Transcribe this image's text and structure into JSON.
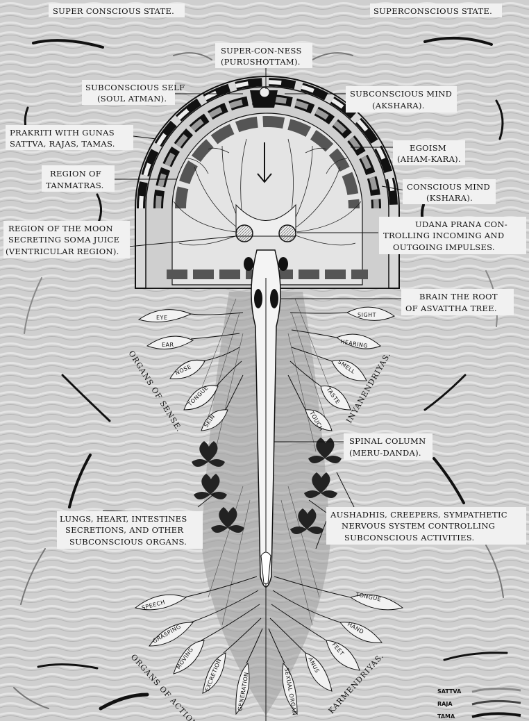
{
  "top": {
    "left_state": "SUPER CONSCIOUS STATE.",
    "right_state": "SUPERCONSCIOUS STATE.",
    "center_1": "SUPER-CON-NESS",
    "center_2": "(PURUSHOTTAM)."
  },
  "left_labels": {
    "subconscious_self_1": "SUBCONSCIOUS SELF",
    "subconscious_self_2": "(SOUL ATMAN).",
    "prakriti_1": "PRAKRITI WITH GUNAS",
    "prakriti_2": "SATTVA, RAJAS, TAMAS.",
    "tanmatras_1": "REGION OF",
    "tanmatras_2": "TANMATRAS.",
    "moon_1": "REGION OF THE MOON",
    "moon_2": "SECRETING SOMA JUICE",
    "moon_3": "(VENTRICULAR REGION)."
  },
  "right_labels": {
    "subconscious_mind_1": "SUBCONSCIOUS MIND",
    "subconscious_mind_2": "(AKSHARA).",
    "egoism_1": "EGOISM",
    "egoism_2": "(AHAM-KARA).",
    "conscious_mind_1": "CONSCIOUS MIND",
    "conscious_mind_2": "(KSHARA).",
    "udana_1": "UDANA PRANA CON-",
    "udana_2": "TROLLING INCOMING AND",
    "udana_3": "OUTGOING IMPULSES.",
    "brain_1": "BRAIN THE ROOT",
    "brain_2": "OF ASVATTHA TREE."
  },
  "sense_leaves": {
    "left": [
      "EYE",
      "EAR",
      "NOSE",
      "TONGUE",
      "SKIN"
    ],
    "right": [
      "SIGHT",
      "HEARING",
      "SMELL",
      "TASTE",
      "TOUCH"
    ]
  },
  "side_titles": {
    "organs_of_sense": "ORGANS OF SENSE.",
    "inyanendriyas": "INYANENDRIYAS.",
    "organs_of_action": "ORGANS OF ACTION.",
    "karmendriyas": "KARMENDRIYAS."
  },
  "middle_labels": {
    "spinal_1": "SPINAL COLUMN",
    "spinal_2": "(MERU-DANDA).",
    "lungs_1": "LUNGS, HEART, INTESTINES",
    "lungs_2": "SECRETIONS, AND OTHER",
    "lungs_3": "SUBCONSCIOUS ORGANS.",
    "aushadhis_1": "AUSHADHIS, CREEPERS, SYMPATHETIC",
    "aushadhis_2": "NERVOUS SYSTEM CONTROLLING",
    "aushadhis_3": "SUBCONSCIOUS ACTIVITIES."
  },
  "action_leaves": {
    "left": [
      "SPEECH",
      "GRASPING",
      "MOVING",
      "EXCRETION",
      "GENERATION"
    ],
    "right": [
      "TONGUE",
      "HAND",
      "FEET",
      "ANUS",
      "SEXUAL ORGAN"
    ]
  },
  "legend": [
    "SATTVA",
    "RAJA",
    "TAMA"
  ],
  "colors": {
    "background": "#c9c9c9",
    "ink": "#1a1a1a",
    "label_box": "#f1f1f1"
  }
}
